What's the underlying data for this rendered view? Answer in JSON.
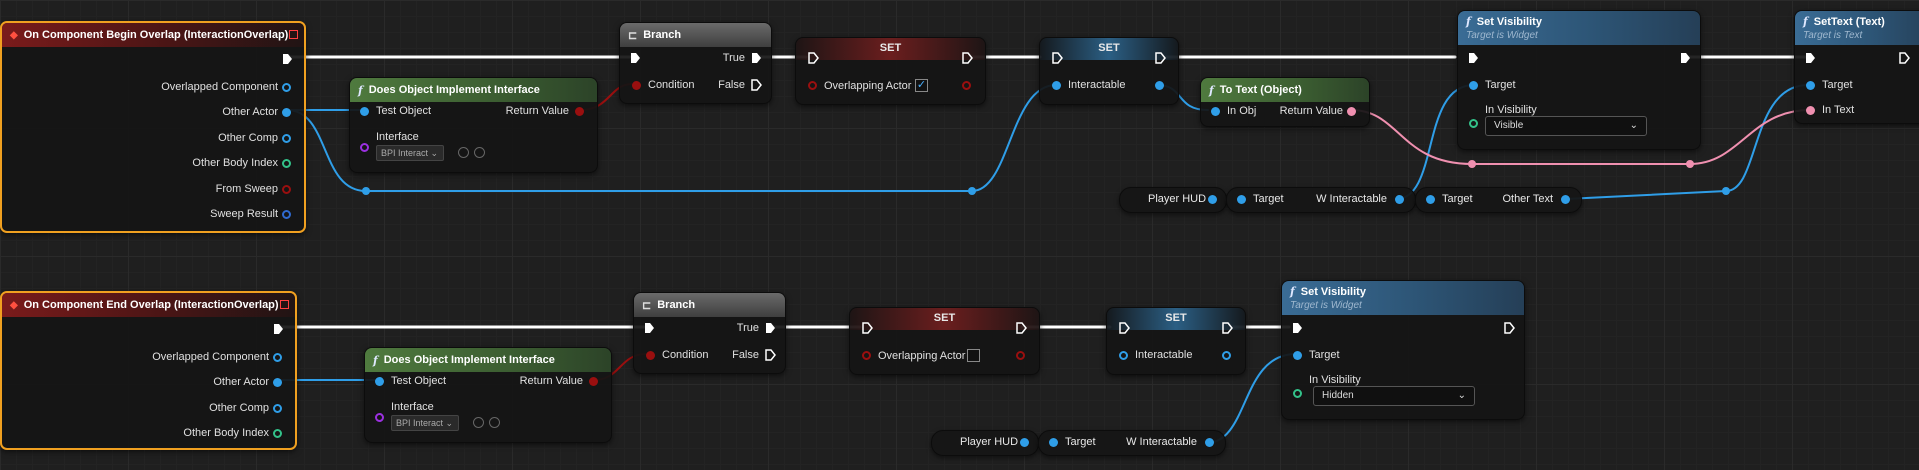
{
  "nodes": {
    "begin_overlap": {
      "title": "On Component Begin Overlap (InteractionOverlap)",
      "outputs": [
        "Overlapped Component",
        "Other Actor",
        "Other Comp",
        "Other Body Index",
        "From Sweep",
        "Sweep Result"
      ]
    },
    "end_overlap": {
      "title": "On Component End Overlap (InteractionOverlap)",
      "outputs": [
        "Overlapped Component",
        "Other Actor",
        "Other Comp",
        "Other Body Index"
      ]
    },
    "implements_top": {
      "title": "Does Object Implement Interface",
      "test_object": "Test Object",
      "return_value": "Return Value",
      "interface_label": "Interface",
      "interface_value": "BPI Interact"
    },
    "implements_bottom": {
      "title": "Does Object Implement Interface",
      "test_object": "Test Object",
      "return_value": "Return Value",
      "interface_label": "Interface",
      "interface_value": "BPI Interact"
    },
    "branch_top": {
      "title": "Branch",
      "condition": "Condition",
      "true_label": "True",
      "false_label": "False"
    },
    "branch_bottom": {
      "title": "Branch",
      "condition": "Condition",
      "true_label": "True",
      "false_label": "False"
    },
    "set_overlap_top": {
      "title": "SET",
      "var": "Overlapping Actor",
      "checked": true
    },
    "set_overlap_bottom": {
      "title": "SET",
      "var": "Overlapping Actor",
      "checked": false
    },
    "set_interact_top": {
      "title": "SET",
      "var": "Interactable"
    },
    "set_interact_bottom": {
      "title": "SET",
      "var": "Interactable"
    },
    "to_text": {
      "title": "To Text (Object)",
      "in_obj": "In Obj",
      "return_value": "Return Value"
    },
    "set_visibility_top": {
      "title": "Set Visibility",
      "subtitle": "Target is Widget",
      "target": "Target",
      "in_visibility": "In Visibility",
      "value": "Visible"
    },
    "set_visibility_bottom": {
      "title": "Set Visibility",
      "subtitle": "Target is Widget",
      "target": "Target",
      "in_visibility": "In Visibility",
      "value": "Hidden"
    },
    "set_text": {
      "title": "SetText (Text)",
      "subtitle": "Target is Text",
      "target": "Target",
      "in_text": "In Text"
    },
    "player_hud_top": {
      "label": "Player HUD"
    },
    "player_hud_bottom": {
      "label": "Player HUD"
    },
    "w_interactable_top": {
      "target": "Target",
      "output": "W Interactable"
    },
    "w_interactable_bottom": {
      "target": "Target",
      "output": "W Interactable"
    },
    "other_text": {
      "target": "Target",
      "output": "Other Text"
    }
  },
  "colors": {
    "exec": "#ffffff",
    "object_pin": "#2f9ee8",
    "bool_pin": "#9a0f0f",
    "text_pin": "#f090b0",
    "event_border": "#f0a020"
  }
}
